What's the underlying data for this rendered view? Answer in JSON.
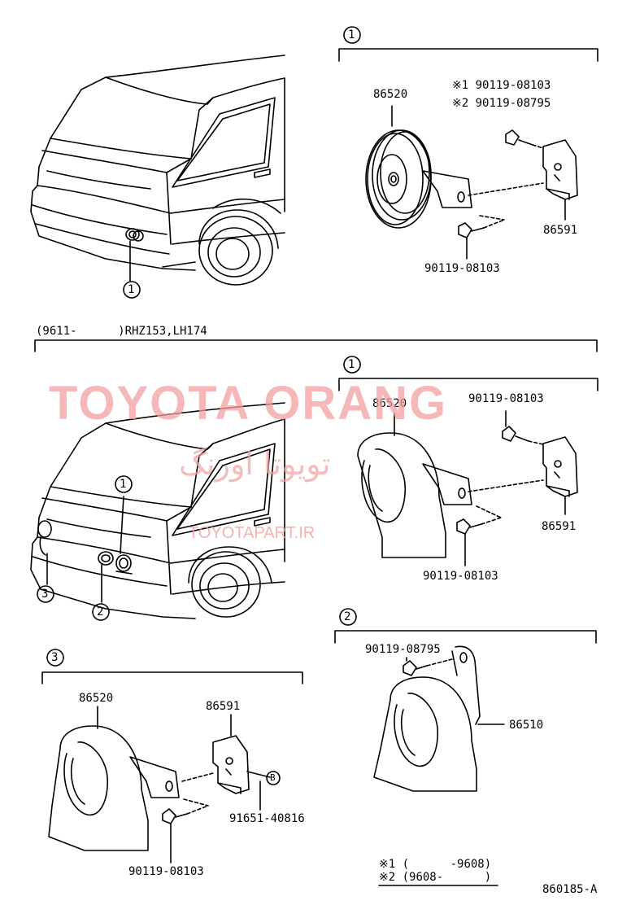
{
  "section_1_top": {
    "callout": "1",
    "part_horn": "86520",
    "bolt_note_1": "※1 90119-08103",
    "bolt_note_2": "※2 90119-08795",
    "part_bracket": "86591",
    "part_bolt": "90119-08103"
  },
  "vehicle_top": {
    "callout": "1"
  },
  "applicability": "(9611-      )RHZ153,LH174",
  "vehicle_bottom": {
    "callouts": [
      "1",
      "2",
      "3"
    ]
  },
  "section_1_bottom": {
    "callout": "1",
    "part_horn": "86520",
    "part_bolt_upper": "90119-08103",
    "part_bracket": "86591",
    "part_bolt_lower": "90119-08103"
  },
  "section_2": {
    "callout": "2",
    "part_bolt": "90119-08795",
    "part_horn": "86510"
  },
  "section_3": {
    "callout": "3",
    "part_horn": "86520",
    "part_bracket": "86591",
    "circle_b": "B",
    "part_bolt_b": "91651-40816",
    "part_bolt": "90119-08103"
  },
  "footnotes": {
    "note_1": "※1 (      -9608)",
    "note_2": "※2 (9608-      )"
  },
  "figure_id": "860185-A",
  "watermark": {
    "brand": "TOYOTA ORANG",
    "farsi": "تویوتا اورنگ",
    "site": "TOYOTAPART.IR"
  },
  "colors": {
    "ink": "#000000",
    "watermark": "#f2a0a0"
  }
}
